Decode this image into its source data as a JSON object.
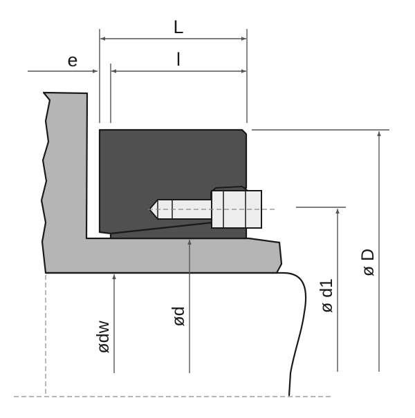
{
  "diagram": {
    "labels": {
      "L": "L",
      "l": "l",
      "e": "e",
      "D": "ø D",
      "d1": "ø d1",
      "d": "ød",
      "dw": "ødw"
    },
    "colors": {
      "housing": "#b5b5b5",
      "seal": "#505050",
      "screw": "#ededed",
      "outline": "#1a1a1a",
      "dim_line": "#555555",
      "center_line": "#8a8a8a"
    }
  }
}
